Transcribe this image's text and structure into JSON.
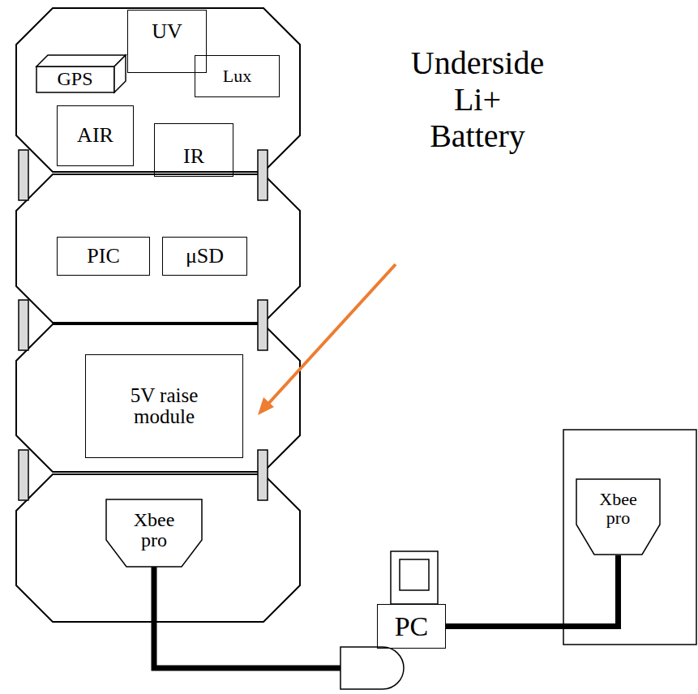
{
  "diagram": {
    "nodes": [
      {
        "text": [
          "GPS"
        ]
      },
      {
        "text": [
          "UV"
        ]
      },
      {
        "text": [
          "Lux"
        ]
      },
      {
        "text": [
          "AIR"
        ]
      },
      {
        "text": [
          "IR"
        ]
      },
      {
        "text": [
          "PIC"
        ]
      },
      {
        "text": [
          "μSD"
        ]
      },
      {
        "text": [
          "5V raise module"
        ]
      },
      {
        "text": [
          "Xbee pro"
        ]
      },
      {
        "text": [
          "Xbee pro"
        ]
      },
      {
        "text": [
          "PC"
        ]
      }
    ],
    "edges": [
      {
        "from": 9,
        "to": 10,
        "arrow": "none"
      }
    ],
    "labels": [
      "Underside Li+ Battery"
    ]
  }
}
